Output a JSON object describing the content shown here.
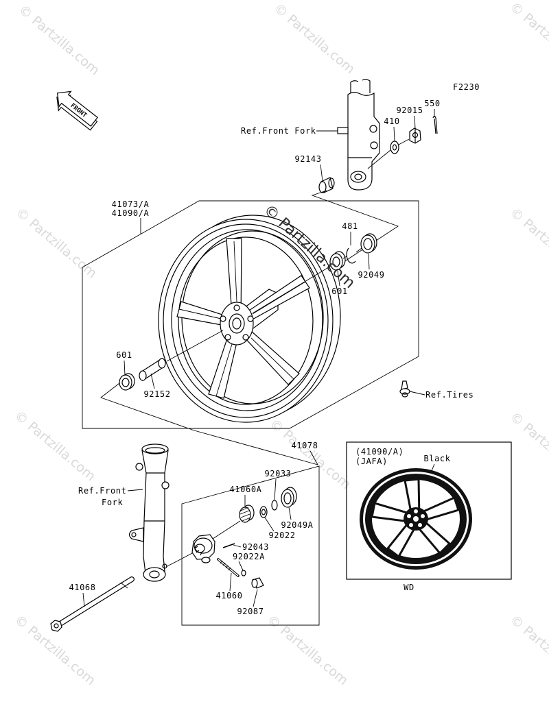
{
  "diagram_code": "F2230",
  "front_arrow": "FRONT",
  "watermark": "© Partzilla.com",
  "callouts": {
    "p550": "550",
    "p92015": "92015",
    "p410": "410",
    "ref_front_fork_top": "Ref.Front Fork",
    "p92143": "92143",
    "p41073a": "41073/A",
    "p41090a": "41090/A",
    "p481": "481",
    "p92049": "92049",
    "p601_right": "601",
    "p601_left": "601",
    "p92152": "92152",
    "ref_tires": "Ref.Tires",
    "p41078": "41078",
    "p92033": "92033",
    "p41060a": "41060A",
    "ref_front_fork_bottom_line1": "Ref.Front",
    "ref_front_fork_bottom_line2": "Fork",
    "p92049a": "92049A",
    "p92022": "92022",
    "p92043": "92043",
    "p92022a": "92022A",
    "p41060": "41060",
    "p41068": "41068",
    "p92087": "92087"
  },
  "variant_box": {
    "part": "(41090/A)",
    "market": "(JAFA)",
    "color": "Black",
    "code": "WD"
  }
}
